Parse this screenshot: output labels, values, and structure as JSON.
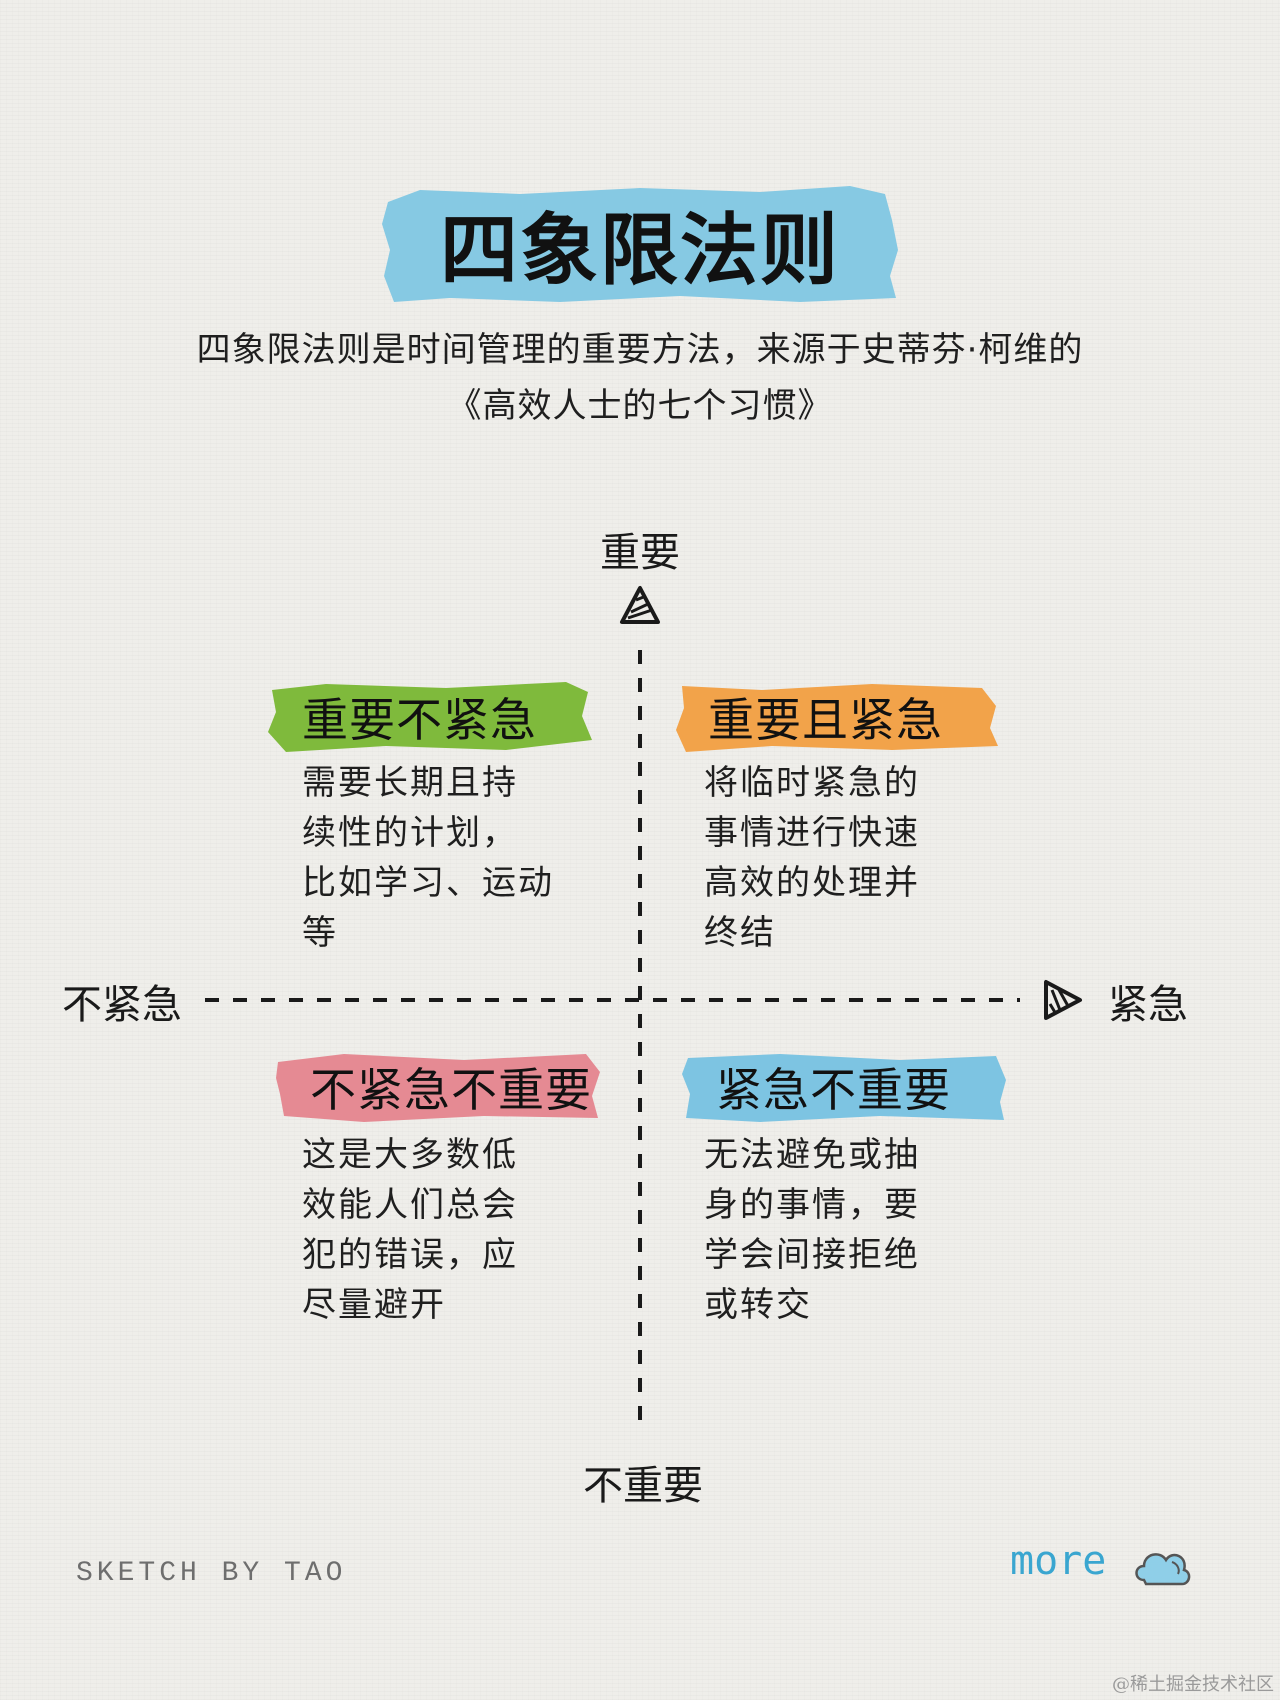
{
  "title": "四象限法则",
  "intro": {
    "line1": "四象限法则是时间管理的重要方法，来源于史蒂芬·柯维的",
    "line2": "《高效人士的七个习惯》"
  },
  "axes": {
    "top": "重要",
    "bottom": "不重要",
    "left": "不紧急",
    "right": "紧急"
  },
  "quadrants": [
    {
      "title": "重要不紧急",
      "color": "#7fba3c",
      "lines": [
        "需要长期且持",
        "续性的计划，",
        "比如学习、运动",
        "等"
      ]
    },
    {
      "title": "重要且紧急",
      "color": "#f2a34a",
      "lines": [
        "将临时紧急的",
        "事情进行快速",
        "高效的处理并",
        "终结"
      ]
    },
    {
      "title": "不紧急不重要",
      "color": "#e58a93",
      "lines": [
        "这是大多数低",
        "效能人们总会",
        "犯的错误，应",
        "尽量避开"
      ]
    },
    {
      "title": "紧急不重要",
      "color": "#7dc4e2",
      "lines": [
        "无法避免或抽",
        "身的事情，要",
        "学会间接拒绝",
        "或转交"
      ]
    }
  ],
  "title_color": "#86c9e3",
  "footer": {
    "signature": "SKETCH BY TAO",
    "more": "more",
    "more_color": "#3aa6d0",
    "more_icon": "cloud-icon",
    "watermark": "@稀土掘金技术社区"
  }
}
